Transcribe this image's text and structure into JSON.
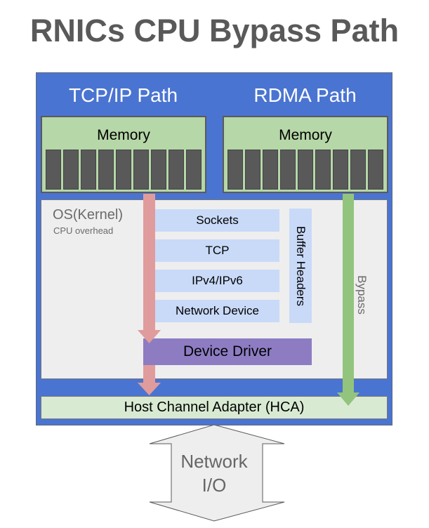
{
  "title": "RNICs CPU Bypass Path",
  "paths": {
    "tcpip": {
      "label": "TCP/IP Path",
      "memory_label": "Memory",
      "memory_cells": 9
    },
    "rdma": {
      "label": "RDMA Path",
      "memory_label": "Memory",
      "memory_cells": 9
    }
  },
  "kernel": {
    "label": "OS(Kernel)",
    "sublabel": "CPU overhead",
    "stack": [
      "Sockets",
      "TCP",
      "IPv4/IPv6",
      "Network Device"
    ],
    "buffer_headers": "Buffer Headers",
    "device_driver": "Device Driver"
  },
  "bypass_label": "Bypass",
  "hca_label": "Host Channel Adapter (HCA)",
  "network_io": {
    "line1": "Network",
    "line2": "I/O"
  },
  "colors": {
    "outer": "#4a74d1",
    "memory": "#b6d7a8",
    "cell": "#595959",
    "kernel": "#eeeeee",
    "stack": "#c9daf8",
    "driver": "#8e7cc3",
    "hca": "#d9ead3",
    "tcp_arrow": "#e09c9c",
    "rdma_arrow": "#93c47d"
  }
}
